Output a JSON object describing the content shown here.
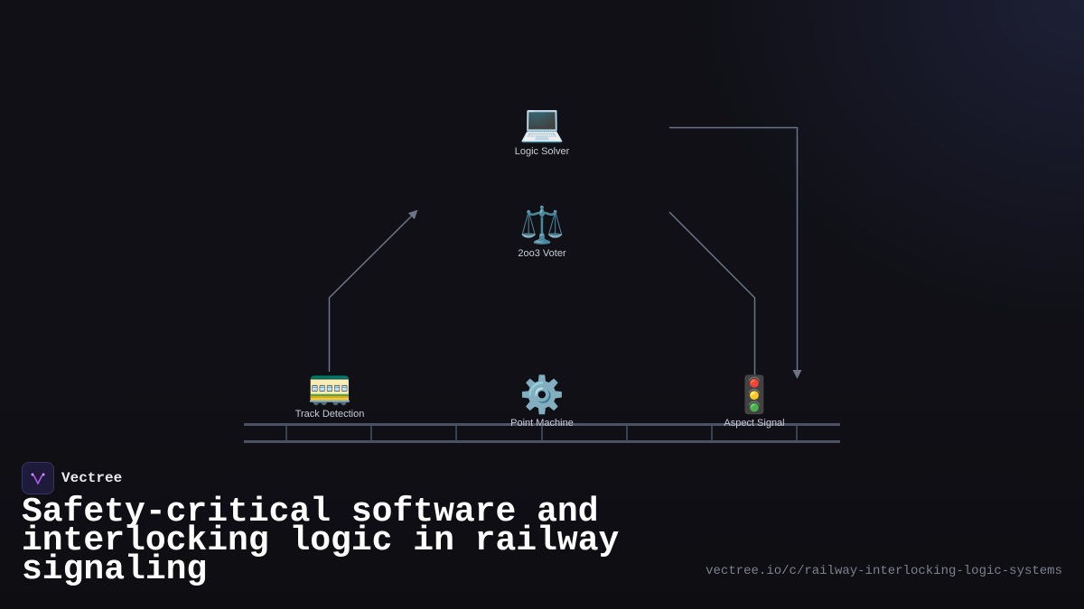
{
  "diagram": {
    "nodes": {
      "logic_solver": {
        "icon": "💻",
        "icon_name": "laptop-icon",
        "label": "Logic Solver"
      },
      "voter": {
        "icon": "⚖️",
        "icon_name": "scales-icon",
        "label": "2oo3 Voter"
      },
      "track_detection": {
        "icon": "🚃",
        "icon_name": "train-car-icon",
        "label": "Track Detection"
      },
      "point_machine": {
        "icon": "⚙️",
        "icon_name": "gear-icon",
        "label": "Point Machine"
      },
      "aspect_signal": {
        "icon": "🚦",
        "icon_name": "traffic-light-icon",
        "label": "Aspect Signal"
      }
    },
    "colors": {
      "connector": "#6b7489",
      "rail": "#4a5263",
      "background": "#101016"
    }
  },
  "brand": {
    "name": "Vectree",
    "accent": "#b15ae8"
  },
  "headline": "Safety-critical software and interlocking logic in railway signaling",
  "footer": {
    "url": "vectree.io/c/railway-interlocking-logic-systems"
  }
}
